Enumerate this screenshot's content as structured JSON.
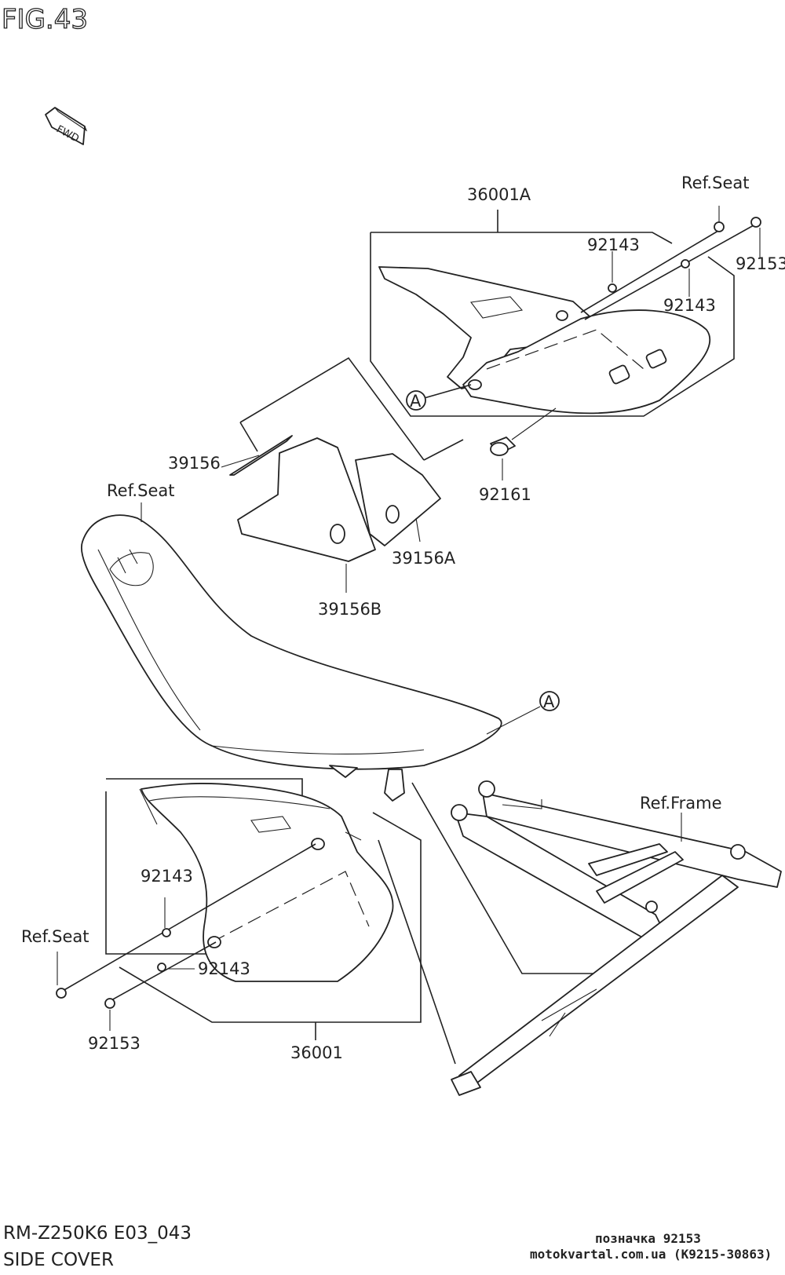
{
  "figure": {
    "title": "FIG.43",
    "forward_label": "FWD",
    "model_code": "RM-Z250K6 E03_043",
    "section_name": "SIDE COVER"
  },
  "callouts": {
    "ref_seat_top": "Ref.Seat",
    "p36001A": "36001A",
    "p92143_top_left": "92143",
    "p92153_top": "92153",
    "p92143_top_right": "92143",
    "ref_a_top": "A",
    "p39156": "39156",
    "p92161": "92161",
    "ref_seat_mid": "Ref.Seat",
    "p39156A": "39156A",
    "p39156B": "39156B",
    "ref_a_seat": "A",
    "ref_frame": "Ref.Frame",
    "p92143_left": "92143",
    "ref_seat_left": "Ref.Seat",
    "p92143_bottom": "92143",
    "p92153_bottom": "92153",
    "p36001": "36001"
  },
  "footer": {
    "selected_part_note": "позначка 92153",
    "source": "motokvartal.com.ua (K9215-30863)"
  }
}
